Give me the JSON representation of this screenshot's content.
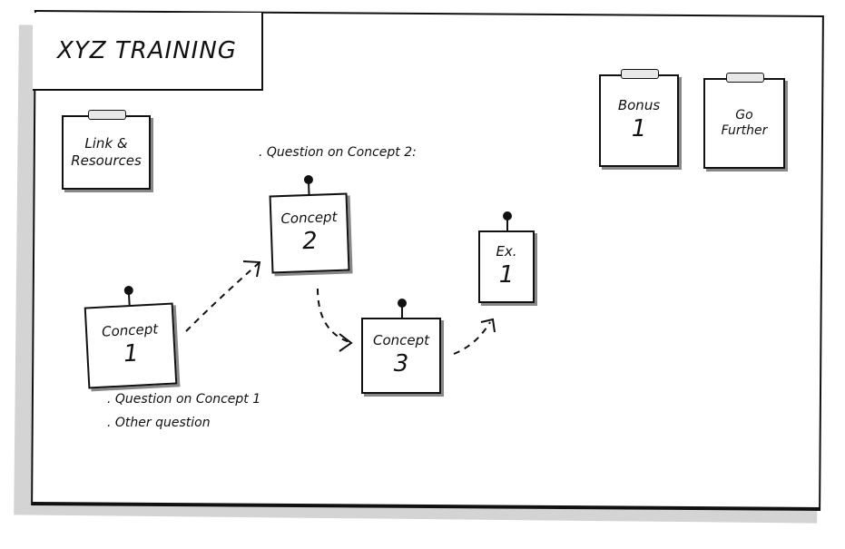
{
  "title": "XYZ TRAINING",
  "cards": {
    "links": {
      "line1": "Link &",
      "line2": "Resources"
    },
    "bonus": {
      "label": "Bonus",
      "number": "1"
    },
    "further": {
      "line1": "Go",
      "line2": "Further"
    },
    "concept1": {
      "label": "Concept",
      "number": "1"
    },
    "concept2": {
      "label": "Concept",
      "number": "2"
    },
    "concept3": {
      "label": "Concept",
      "number": "3"
    },
    "exercise1": {
      "label": "Ex.",
      "number": "1"
    }
  },
  "notes": {
    "concept2_question": ". Question on Concept 2:",
    "concept1_question": ". Question on Concept 1",
    "other_question": ". Other question"
  }
}
